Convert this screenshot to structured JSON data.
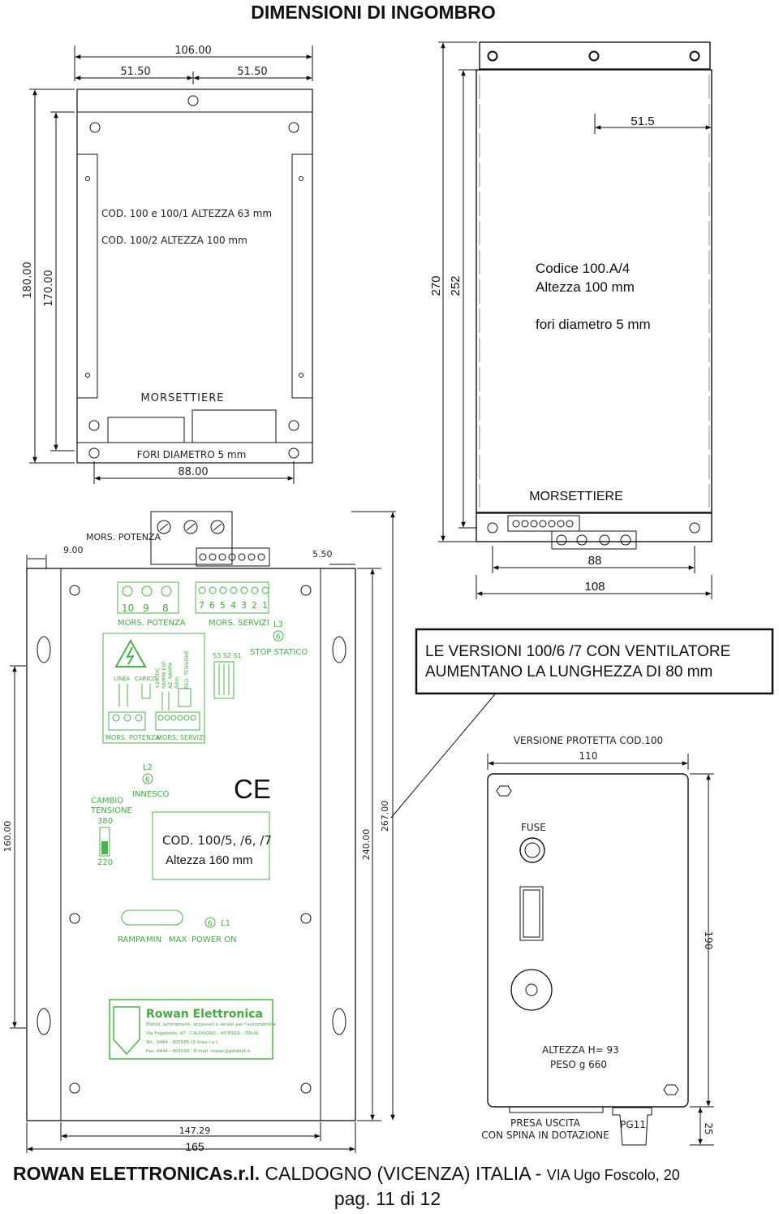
{
  "title": "DIMENSIONI DI INGOMBRO",
  "top_left": {
    "dim_width_total": "106.00",
    "dim_half_left": "51.50",
    "dim_half_right": "51.50",
    "dim_height_outer": "180.00",
    "dim_height_inner": "170.00",
    "code_line_1": "COD. 100 e 100/1 ALTEZZA 63 mm",
    "code_line_2": "COD. 100/2 ALTEZZA 100 mm",
    "terminal_label": "MORSETTIERE",
    "holes_label": "FORI DIAMETRO 5 mm",
    "dim_hole_spacing": "88.00"
  },
  "top_right": {
    "dim_half": "51.5",
    "dim_height_outer": "270",
    "dim_height_inner": "252",
    "code_line": "Codice 100.A/4",
    "height_line": "Altezza 100 mm",
    "holes_line": "fori diametro 5 mm",
    "terminal_label": "MORSETTIERE",
    "dim_hole_spacing": "88",
    "dim_width": "108"
  },
  "note_box": {
    "line1": "LE VERSIONI 100/6 /7 CON VENTILATORE",
    "line2": "AUMENTANO LA LUNGHEZZA DI 80 mm"
  },
  "bottom_left": {
    "power_terminal_top": "MORS. POTENZA",
    "dim_offset_left": "9.00",
    "dim_offset_right": "5.50",
    "power_terminal_numbers": [
      "10",
      "9",
      "8"
    ],
    "service_terminal_numbers": [
      "7",
      "6",
      "5",
      "4",
      "3",
      "2",
      "1"
    ],
    "power_terminal_label": "MORS. POTENZA",
    "service_terminal_label": "MORS. SERVIZI",
    "l3_label": "L3",
    "led_number": "6",
    "stop_label": "STOP STATICO",
    "switch_labels": "S3 S2 S1",
    "linea_label": "LINEA",
    "carico_label": "CARICO",
    "scheme_labels": [
      "+24VDC",
      "RAMPA ESP.",
      "AZ. RAMPA",
      "Ritm.",
      "RED. TENSIONE"
    ],
    "small_power_label": "MORS. POTENZA",
    "small_service_label": "MORS. SERVIZI",
    "l2_label": "L2",
    "innesco_label": "INNESCO",
    "cambio_line1": "CAMBIO",
    "cambio_line2": "TENSIONE",
    "v380": "380",
    "v220": "220",
    "ce_mark": "CE",
    "code_label": "COD. 100/5, /6, /7",
    "height_label": "Altezza 160 mm",
    "l1_label": "L1",
    "rampa_label": "RAMPA",
    "min_label": "MIN",
    "max_label": "MAX",
    "power_on_label": "POWER ON",
    "logo_name": "Rowan Elettronica",
    "logo_suffix": "s.r.l.",
    "logo_lines": [
      "Motori, azionamenti, accessori e servizi per l'automazione",
      "Via Fogazzaro, 47 - CALDOGNO - VICENZA - ITALIA",
      "Tel.: 0444 - 905566 (3 linee r.a.)",
      "Fax: 0444 - 905593 - E-mail: rowan@goldnet.it"
    ],
    "dim_height_left": "160.00",
    "dim_height_mid": "240.00",
    "dim_height_right": "267.00",
    "dim_inner_width": "147.29",
    "dim_outer_width": "165"
  },
  "bottom_right": {
    "title": "VERSIONE PROTETTA COD.100",
    "dim_width": "110",
    "fuse_label": "FUSE",
    "dim_height": "190",
    "height_line": "ALTEZZA H= 93",
    "weight_line": "PESO g 660",
    "outlet_line1": "PRESA USCITA",
    "outlet_line2": "CON SPINA IN DOTAZIONE",
    "gland_label": "PG11",
    "dim_gland": "25"
  },
  "footer": {
    "company": "ROWAN ELETTRONICAs.r.l.",
    "city": " CALDOGNO (VICENZA) ITALIA - ",
    "address": "VIA Ugo Foscolo, 20",
    "page": "pag. 11 di 12"
  }
}
